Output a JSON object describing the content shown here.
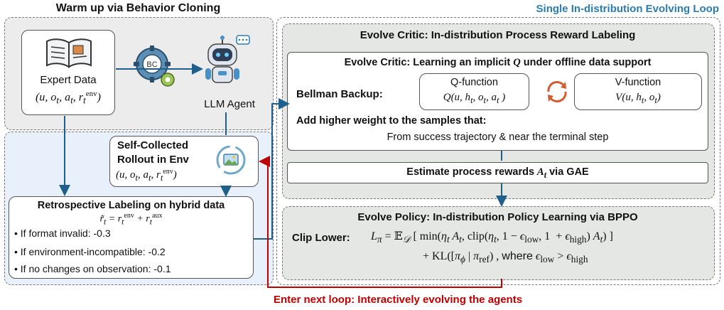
{
  "warmup": {
    "title": "Warm up via Behavior Cloning",
    "expert_label": "Expert Data",
    "expert_formula": "(u, o_t, a_t, r_t^env)",
    "bc_badge": "BC",
    "agent_label": "LLM Agent"
  },
  "rollout": {
    "title_line1": "Self-Collected",
    "title_line2": "Rollout in Env",
    "formula": "(u, o_t, a_t, r_t^env)"
  },
  "retro": {
    "title": "Retrospective Labeling on hybrid data",
    "formula": "r̃_t = r_t^env + r_t^aux",
    "bullets": [
      "If format invalid: -0.3",
      "If environment-incompatible: -0.2",
      "If no changes on observation: -0.1"
    ]
  },
  "loop": {
    "title": "Single In-distribution Evolving Loop",
    "critic_header": "Evolve Critic: In-distribution Process Reward Labeling",
    "implicit_title": "Evolve Critic: Learning an implicit Q under offline data support",
    "bellman_label": "Bellman Backup:",
    "q_title": "Q-function",
    "q_formula": "Q(u, h_t, o_t, a_t )",
    "v_title": "V-function",
    "v_formula": "V(u, h_t, o_t)",
    "weight_title": "Add higher weight to the samples that:",
    "weight_text": "From success trajectory & near the terminal step",
    "gae_text": "Estimate process rewards A_t via GAE",
    "policy_header": "Evolve Policy: In-distribution Policy Learning via BPPO",
    "clip_label": "Clip Lower:",
    "loss_line1": "L_π = E_D [ min(η_t A_t, clip(η_t, 1 − ε_low, 1 + ε_high) A_t) ]",
    "loss_line2": "+ KL([π_φ | π_ref) , where ε_low > ε_high"
  },
  "footer": {
    "text": "Enter next loop: Interactively evolving the agents"
  },
  "colors": {
    "blue_title": "#2a7db0",
    "red": "#c00000",
    "arrow_blue": "#1f5f8b",
    "panel_gray": "#e9ecea",
    "panel_blue": "#e8f0fb"
  }
}
